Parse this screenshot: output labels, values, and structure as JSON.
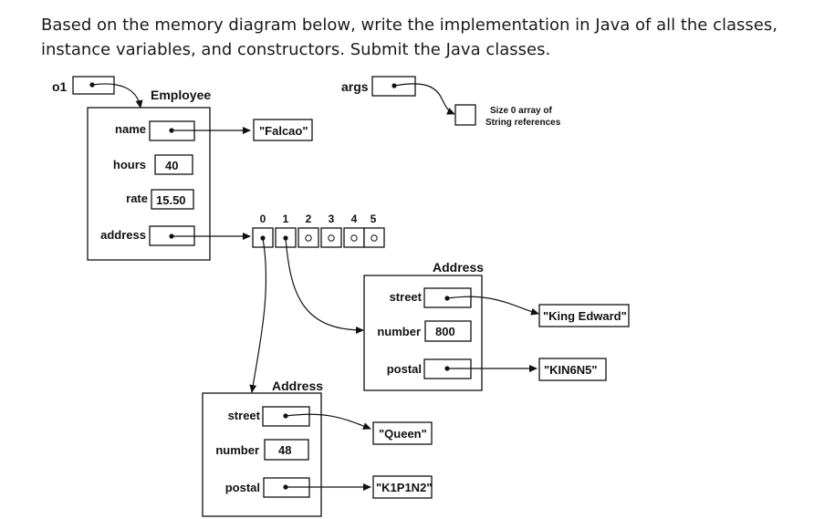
{
  "question": "Based on the memory diagram below, write the implementation in Java of all the classes, instance variables, and constructors. Submit the Java classes.",
  "diagram": {
    "o1_label": "o1",
    "args_label": "args",
    "args_note_line1": "Size 0 array of",
    "args_note_line2": "String references",
    "employee": {
      "class_label": "Employee",
      "name_label": "name",
      "hours_label": "hours",
      "hours_value": "40",
      "rate_label": "rate",
      "rate_value": "15.50",
      "address_label": "address",
      "name_string": "\"Falcao\""
    },
    "array_indices": [
      "0",
      "1",
      "2",
      "3",
      "4",
      "5"
    ],
    "address1": {
      "class_label": "Address",
      "street_label": "street",
      "number_label": "number",
      "number_value": "800",
      "postal_label": "postal",
      "street_string": "\"King Edward\"",
      "postal_string": "\"KIN6N5\""
    },
    "address2": {
      "class_label": "Address",
      "street_label": "street",
      "number_label": "number",
      "number_value": "48",
      "postal_label": "postal",
      "street_string": "\"Queen\"",
      "postal_string": "\"K1P1N2\""
    }
  }
}
